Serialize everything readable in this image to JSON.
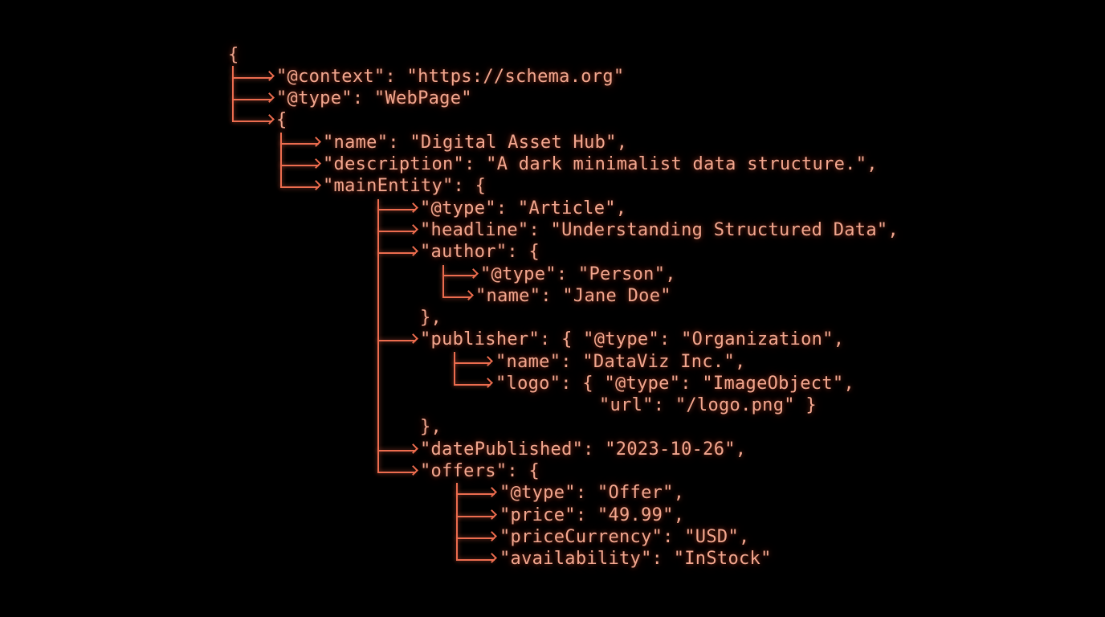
{
  "colors": {
    "background": "#000000",
    "text": "#f3a78f",
    "tree_lines": "#ec6d4f"
  },
  "tree": {
    "open_brace": "{",
    "root": {
      "context": "\"@context\": \"https://schema.org\"",
      "type": "\"@type\": \"WebPage\"",
      "nested_open": "{"
    },
    "webpage": {
      "name": "\"name\": \"Digital Asset Hub\",",
      "description": "\"description\": \"A dark minimalist data structure.\",",
      "main_entity": "\"mainEntity\": {"
    },
    "main_entity": {
      "type": "\"@type\": \"Article\",",
      "headline": "\"headline\": \"Understanding Structured Data\",",
      "author": "\"author\": {",
      "author_close": "},",
      "publisher": "\"publisher\": { \"@type\": \"Organization\",",
      "publisher_close": "},",
      "date_published": "\"datePublished\": \"2023-10-26\",",
      "offers": "\"offers\": {"
    },
    "author": {
      "type": "\"@type\": \"Person\",",
      "name": "\"name\": \"Jane Doe\""
    },
    "publisher": {
      "name": "\"name\": \"DataViz Inc.\",",
      "logo": "\"logo\": { \"@type\": \"ImageObject\",",
      "logo_url": "\"url\": \"/logo.png\" }"
    },
    "offers": {
      "type": "\"@type\": \"Offer\",",
      "price": "\"price\": \"49.99\",",
      "price_currency": "\"priceCurrency\": \"USD\",",
      "availability": "\"availability\": \"InStock\""
    }
  }
}
